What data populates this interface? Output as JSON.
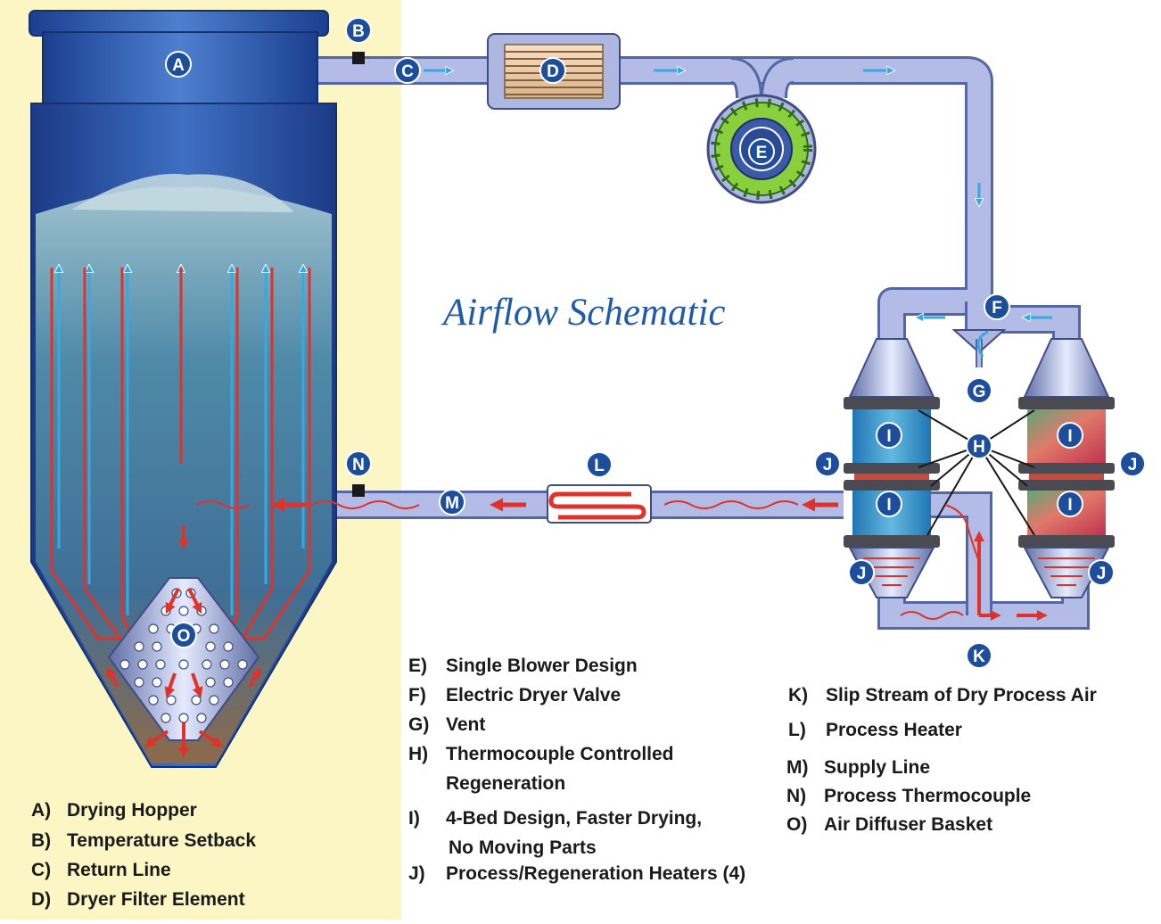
{
  "title": "Airflow Schematic",
  "badges": {
    "A": "A",
    "B": "B",
    "C": "C",
    "D": "D",
    "E": "E",
    "F": "F",
    "G": "G",
    "H": "H",
    "I": "I",
    "J": "J",
    "K": "K",
    "L": "L",
    "M": "M",
    "N": "N",
    "O": "O"
  },
  "legend": [
    {
      "key": "A)",
      "text": "Drying Hopper"
    },
    {
      "key": "B)",
      "text": "Temperature Setback"
    },
    {
      "key": "C)",
      "text": "Return Line"
    },
    {
      "key": "D)",
      "text": "Dryer Filter Element"
    },
    {
      "key": "E)",
      "text": "Single Blower Design"
    },
    {
      "key": "F)",
      "text": "Electric Dryer Valve"
    },
    {
      "key": "G)",
      "text": "Vent"
    },
    {
      "key": "H)",
      "text": "Thermocouple Controlled",
      "text2": "Regeneration"
    },
    {
      "key": "I)",
      "text": "4-Bed Design, Faster Drying,",
      "text2": "No Moving Parts"
    },
    {
      "key": "J)",
      "text": "Process/Regeneration Heaters (4)"
    },
    {
      "key": "K)",
      "text": "Slip Stream of Dry Process Air"
    },
    {
      "key": "L)",
      "text": "Process Heater"
    },
    {
      "key": "M)",
      "text": "Supply Line"
    },
    {
      "key": "N)",
      "text": "Process Thermocouple"
    },
    {
      "key": "O)",
      "text": "Air Diffuser Basket"
    }
  ],
  "colors": {
    "panel": "#fbf6c4",
    "pipe": "#aeb7e0",
    "badge": "#1d4e9b",
    "arrow_cool": "#38a9e0",
    "arrow_hot": "#e0322b",
    "title": "#1f5ba8"
  }
}
